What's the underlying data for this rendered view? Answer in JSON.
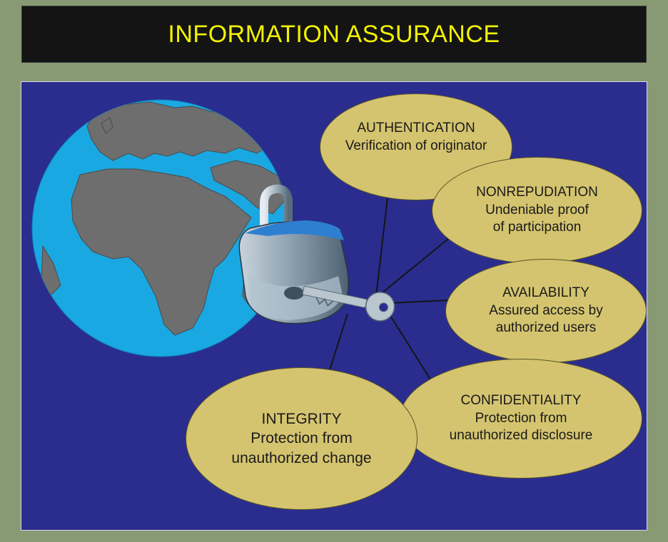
{
  "title": "INFORMATION ASSURANCE",
  "colors": {
    "background": "#889a74",
    "title_bar": "#141414",
    "title_text": "#f2f200",
    "panel": "#2a2d8e",
    "ocean": "#1aa8e2",
    "land": "#6e6e6e",
    "pillar_fill": "#d4c46f",
    "lock_body": "#8fa3b2",
    "lock_shackle_band": "#2e7fd0",
    "key": "#b9c6ce"
  },
  "icons": [
    "globe-icon",
    "padlock-icon",
    "key-icon"
  ],
  "pillars": {
    "authentication": {
      "name": "AUTHENTICATION",
      "desc1": "Verification of originator"
    },
    "nonrepudiation": {
      "name": "NONREPUDIATION",
      "desc1": "Undeniable proof",
      "desc2": "of participation"
    },
    "availability": {
      "name": "AVAILABILITY",
      "desc1": "Assured access by",
      "desc2": "authorized users"
    },
    "confidentiality": {
      "name": "CONFIDENTIALITY",
      "desc1": "Protection from",
      "desc2": "unauthorized disclosure"
    },
    "integrity": {
      "name": "INTEGRITY",
      "desc1": "Protection from",
      "desc2": "unauthorized change"
    }
  }
}
